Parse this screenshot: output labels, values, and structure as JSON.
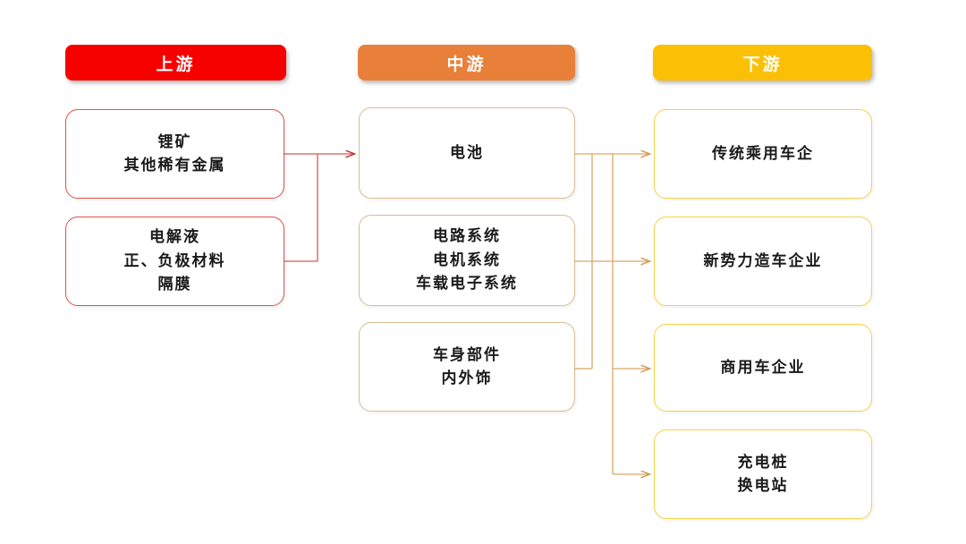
{
  "diagram": {
    "title_columns": [
      {
        "id": "upstream",
        "label": "上游",
        "color": "#F60000"
      },
      {
        "id": "midstream",
        "label": "中游",
        "color": "#E8803A"
      },
      {
        "id": "downstream",
        "label": "下游",
        "color": "#FBC006"
      }
    ],
    "upstream": {
      "border_color": "#D9534F",
      "nodes": [
        {
          "id": "up-1",
          "lines": [
            "锂矿",
            "其他稀有金属"
          ]
        },
        {
          "id": "up-2",
          "lines": [
            "电解液",
            "正、负极材料",
            "隔膜"
          ]
        }
      ]
    },
    "midstream": {
      "border_color": "#D6BE92",
      "nodes": [
        {
          "id": "mid-1",
          "lines": [
            "电池"
          ]
        },
        {
          "id": "mid-2",
          "lines": [
            "电路系统",
            "电机系统",
            "车载电子系统"
          ]
        },
        {
          "id": "mid-3",
          "lines": [
            "车身部件",
            "内外饰"
          ]
        }
      ]
    },
    "downstream": {
      "border_color": "#F3D34A",
      "nodes": [
        {
          "id": "down-1",
          "lines": [
            "传统乘用车企"
          ]
        },
        {
          "id": "down-2",
          "lines": [
            "新势力造车企业"
          ]
        },
        {
          "id": "down-3",
          "lines": [
            "商用车企业"
          ]
        },
        {
          "id": "down-4",
          "lines": [
            "充电桩",
            "换电站"
          ]
        }
      ]
    },
    "connectors": {
      "upstream_to_midstream_color": "#D15A5A",
      "midstream_to_downstream_color": "#D9A863",
      "flows": [
        {
          "from": "up-1",
          "to": "mid-1",
          "arrow": true
        },
        {
          "from": "up-2",
          "to": "mid-1",
          "arrow": true
        },
        {
          "from": "mid-1",
          "to": "down-1",
          "arrow": true
        },
        {
          "from": "mid-2",
          "to": "down-2",
          "arrow": true
        },
        {
          "from": "mid-3",
          "to": "down-3",
          "arrow": true
        },
        {
          "from": "mid-3",
          "to": "down-4",
          "arrow": true
        }
      ]
    }
  }
}
